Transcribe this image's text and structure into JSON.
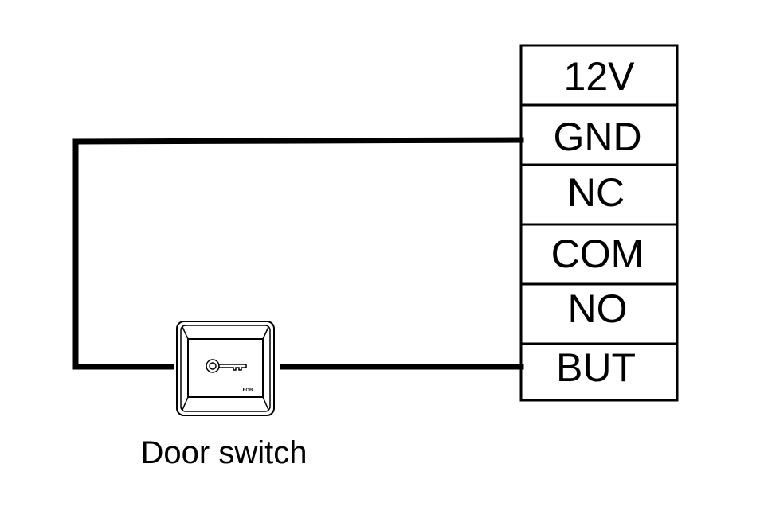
{
  "terminals": [
    "12V",
    "GND",
    "NC",
    "COM",
    "NO",
    "BUT"
  ],
  "door_switch": {
    "label": "Door switch",
    "brand": "FOB",
    "icon": "key-icon"
  }
}
